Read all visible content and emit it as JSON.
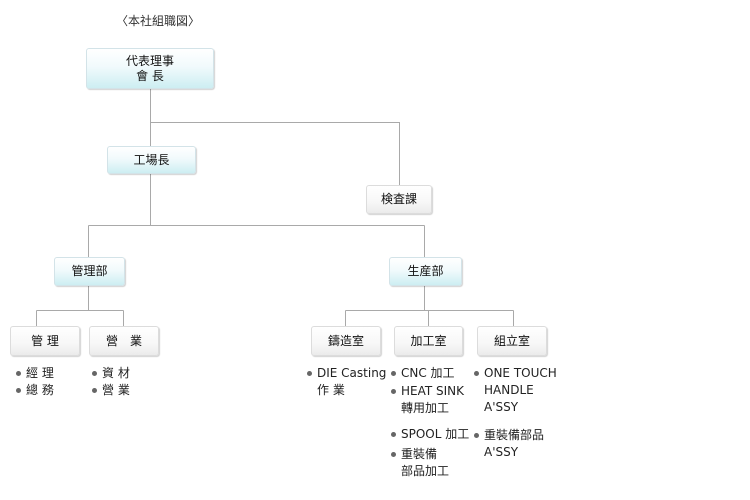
{
  "caption": "〈本社組職図〉",
  "nodes": {
    "chairman": {
      "line1": "代表理事",
      "line2": "會 長"
    },
    "factory_manager": "工場長",
    "inspection": "検査課",
    "management": "管理部",
    "production": "生産部",
    "admin": "管 理",
    "sales": "營　業",
    "casting": "鑄造室",
    "machining": "加工室",
    "assembly": "組立室"
  },
  "lists": {
    "admin": [
      "經 理",
      "總 務"
    ],
    "sales": [
      "資 材",
      "營 業"
    ],
    "casting": [
      "DIE Casting",
      "作 業"
    ],
    "machining": [
      "CNC 加工",
      "HEAT SINK",
      "轉用加工",
      "SPOOL 加工",
      "重裝備",
      "部品加工"
    ],
    "assembly": [
      "ONE TOUCH",
      "HANDLE",
      "A'SSY",
      "重裝備部品",
      "A'SSY"
    ]
  }
}
